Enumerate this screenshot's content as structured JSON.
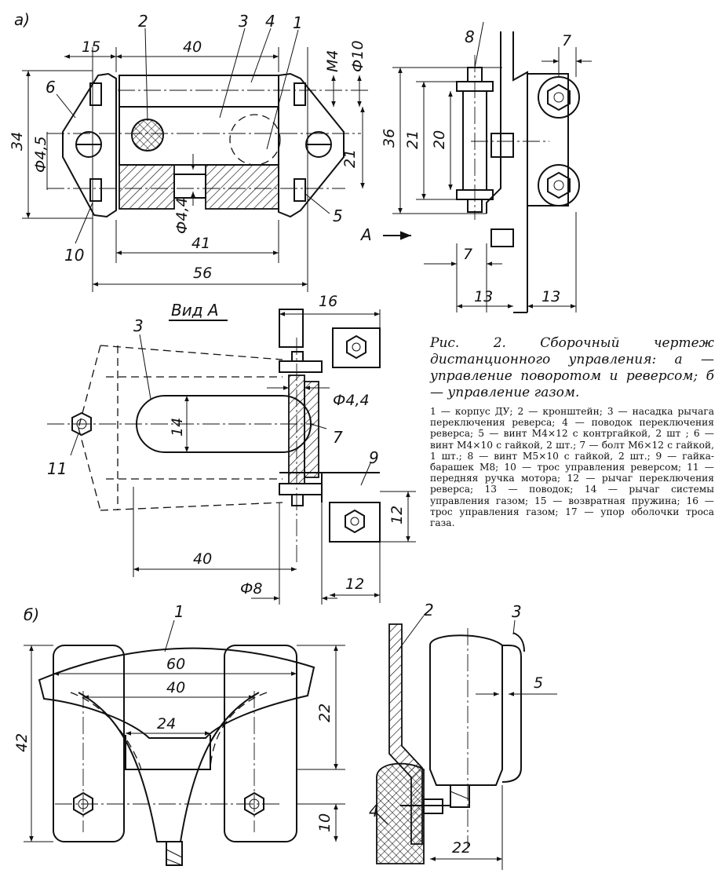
{
  "sections": {
    "a": "а)",
    "b": "б)"
  },
  "view_label": "Вид А",
  "arrow_label": "А",
  "caption": {
    "title": "Рис. 2. Сборочный чертеж дистанционного управления: а — управление поворотом и реверсом; б — управление газом.",
    "legend": "1 — корпус ДУ; 2 — кронштейн; 3 — насадка рычага переключения реверса; 4 — поводок переключения реверса; 5 — винт М4×12 с контргайкой, 2 шт ; 6 — винт М4×10 с гайкой, 2 шт.; 7 — болт М6×12 с гайкой, 1 шт.; 8 — винт М5×10 с гайкой, 2 шт.; 9 — гайка-барашек М8; 10 — трос управления реверсом; 11 — передняя ручка мотора; 12 — рычаг переключения реверса; 13 — поводок; 14 — рычаг системы управления газом; 15 — возвратная пружина; 16 — трос управления газом; 17 — упор оболочки троса газа."
  },
  "fig_a": {
    "dims": {
      "d15": "15",
      "d40": "40",
      "m4": "M4",
      "phi10": "Ф10",
      "d34": "34",
      "phi45": "Ф4,5",
      "d21": "21",
      "phi44": "Ф4,4",
      "d41": "41",
      "d56": "56"
    },
    "parts": {
      "p1": "1",
      "p2": "2",
      "p3": "3",
      "p4": "4",
      "p5": "5",
      "p6": "6",
      "p10": "10"
    }
  },
  "fig_a_side": {
    "dims": {
      "d7": "7",
      "d36": "36",
      "d21": "21",
      "d20": "20",
      "d7b": "7",
      "d13a": "13",
      "d13b": "13"
    },
    "parts": {
      "p8": "8"
    }
  },
  "fig_view_a": {
    "dims": {
      "d16": "16",
      "d14": "14",
      "phi44": "Ф4,4",
      "d40": "40",
      "phi8": "Ф8",
      "d12v": "12",
      "d12h": "12"
    },
    "parts": {
      "p3": "3",
      "p7": "7",
      "p9": "9",
      "p11": "11"
    }
  },
  "fig_b": {
    "dims": {
      "d60": "60",
      "d40": "40",
      "d24": "24",
      "d42": "42",
      "d22": "22",
      "d10": "10"
    },
    "parts": {
      "p1": "1"
    }
  },
  "fig_b_side": {
    "dims": {
      "d5": "5",
      "d22": "22"
    },
    "parts": {
      "p2": "2",
      "p3": "3",
      "p4": "4"
    }
  }
}
